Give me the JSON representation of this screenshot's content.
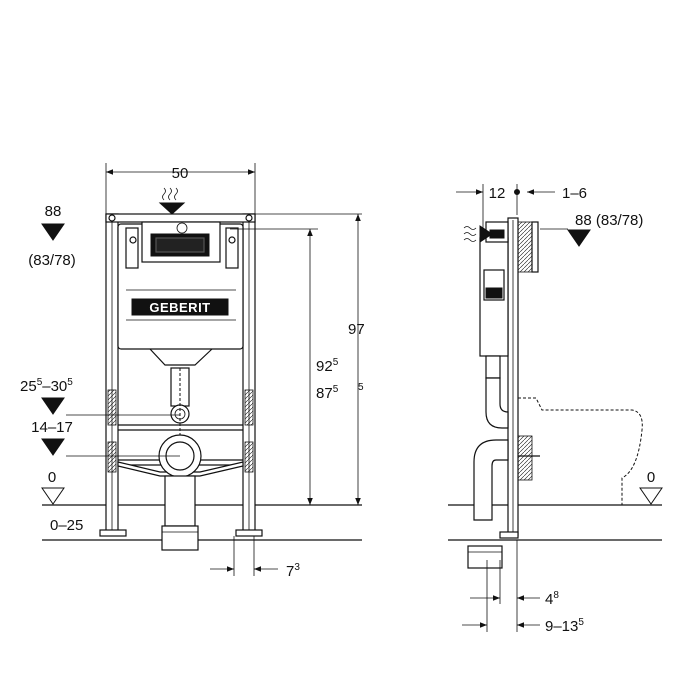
{
  "front_view": {
    "width": "50",
    "height_total": "97",
    "height_total_sup": "5",
    "height_top": "92",
    "height_top_sup": "5",
    "height_mid": "87",
    "height_mid_sup": "5",
    "level_top": "88",
    "level_top_alt": "(83/78)",
    "level_pipe_upper_a": "25",
    "level_pipe_upper_a_sup": "5",
    "level_pipe_upper_sep": "–",
    "level_pipe_upper_b": "30",
    "level_pipe_upper_b_sup": "5",
    "level_pipe_lower": "14–17",
    "floor_zero": "0",
    "floor_range": "0–25",
    "pipe_offset": "7",
    "pipe_offset_sup": "3",
    "brand": "GEBERIT"
  },
  "side_view": {
    "depth_frame": "12",
    "depth_plate": "1–6",
    "level_top": "88 (83/78)",
    "floor_zero": "0",
    "offset_a": "4",
    "offset_a_sup": "8",
    "offset_b": "9–13",
    "offset_b_sup": "5"
  }
}
